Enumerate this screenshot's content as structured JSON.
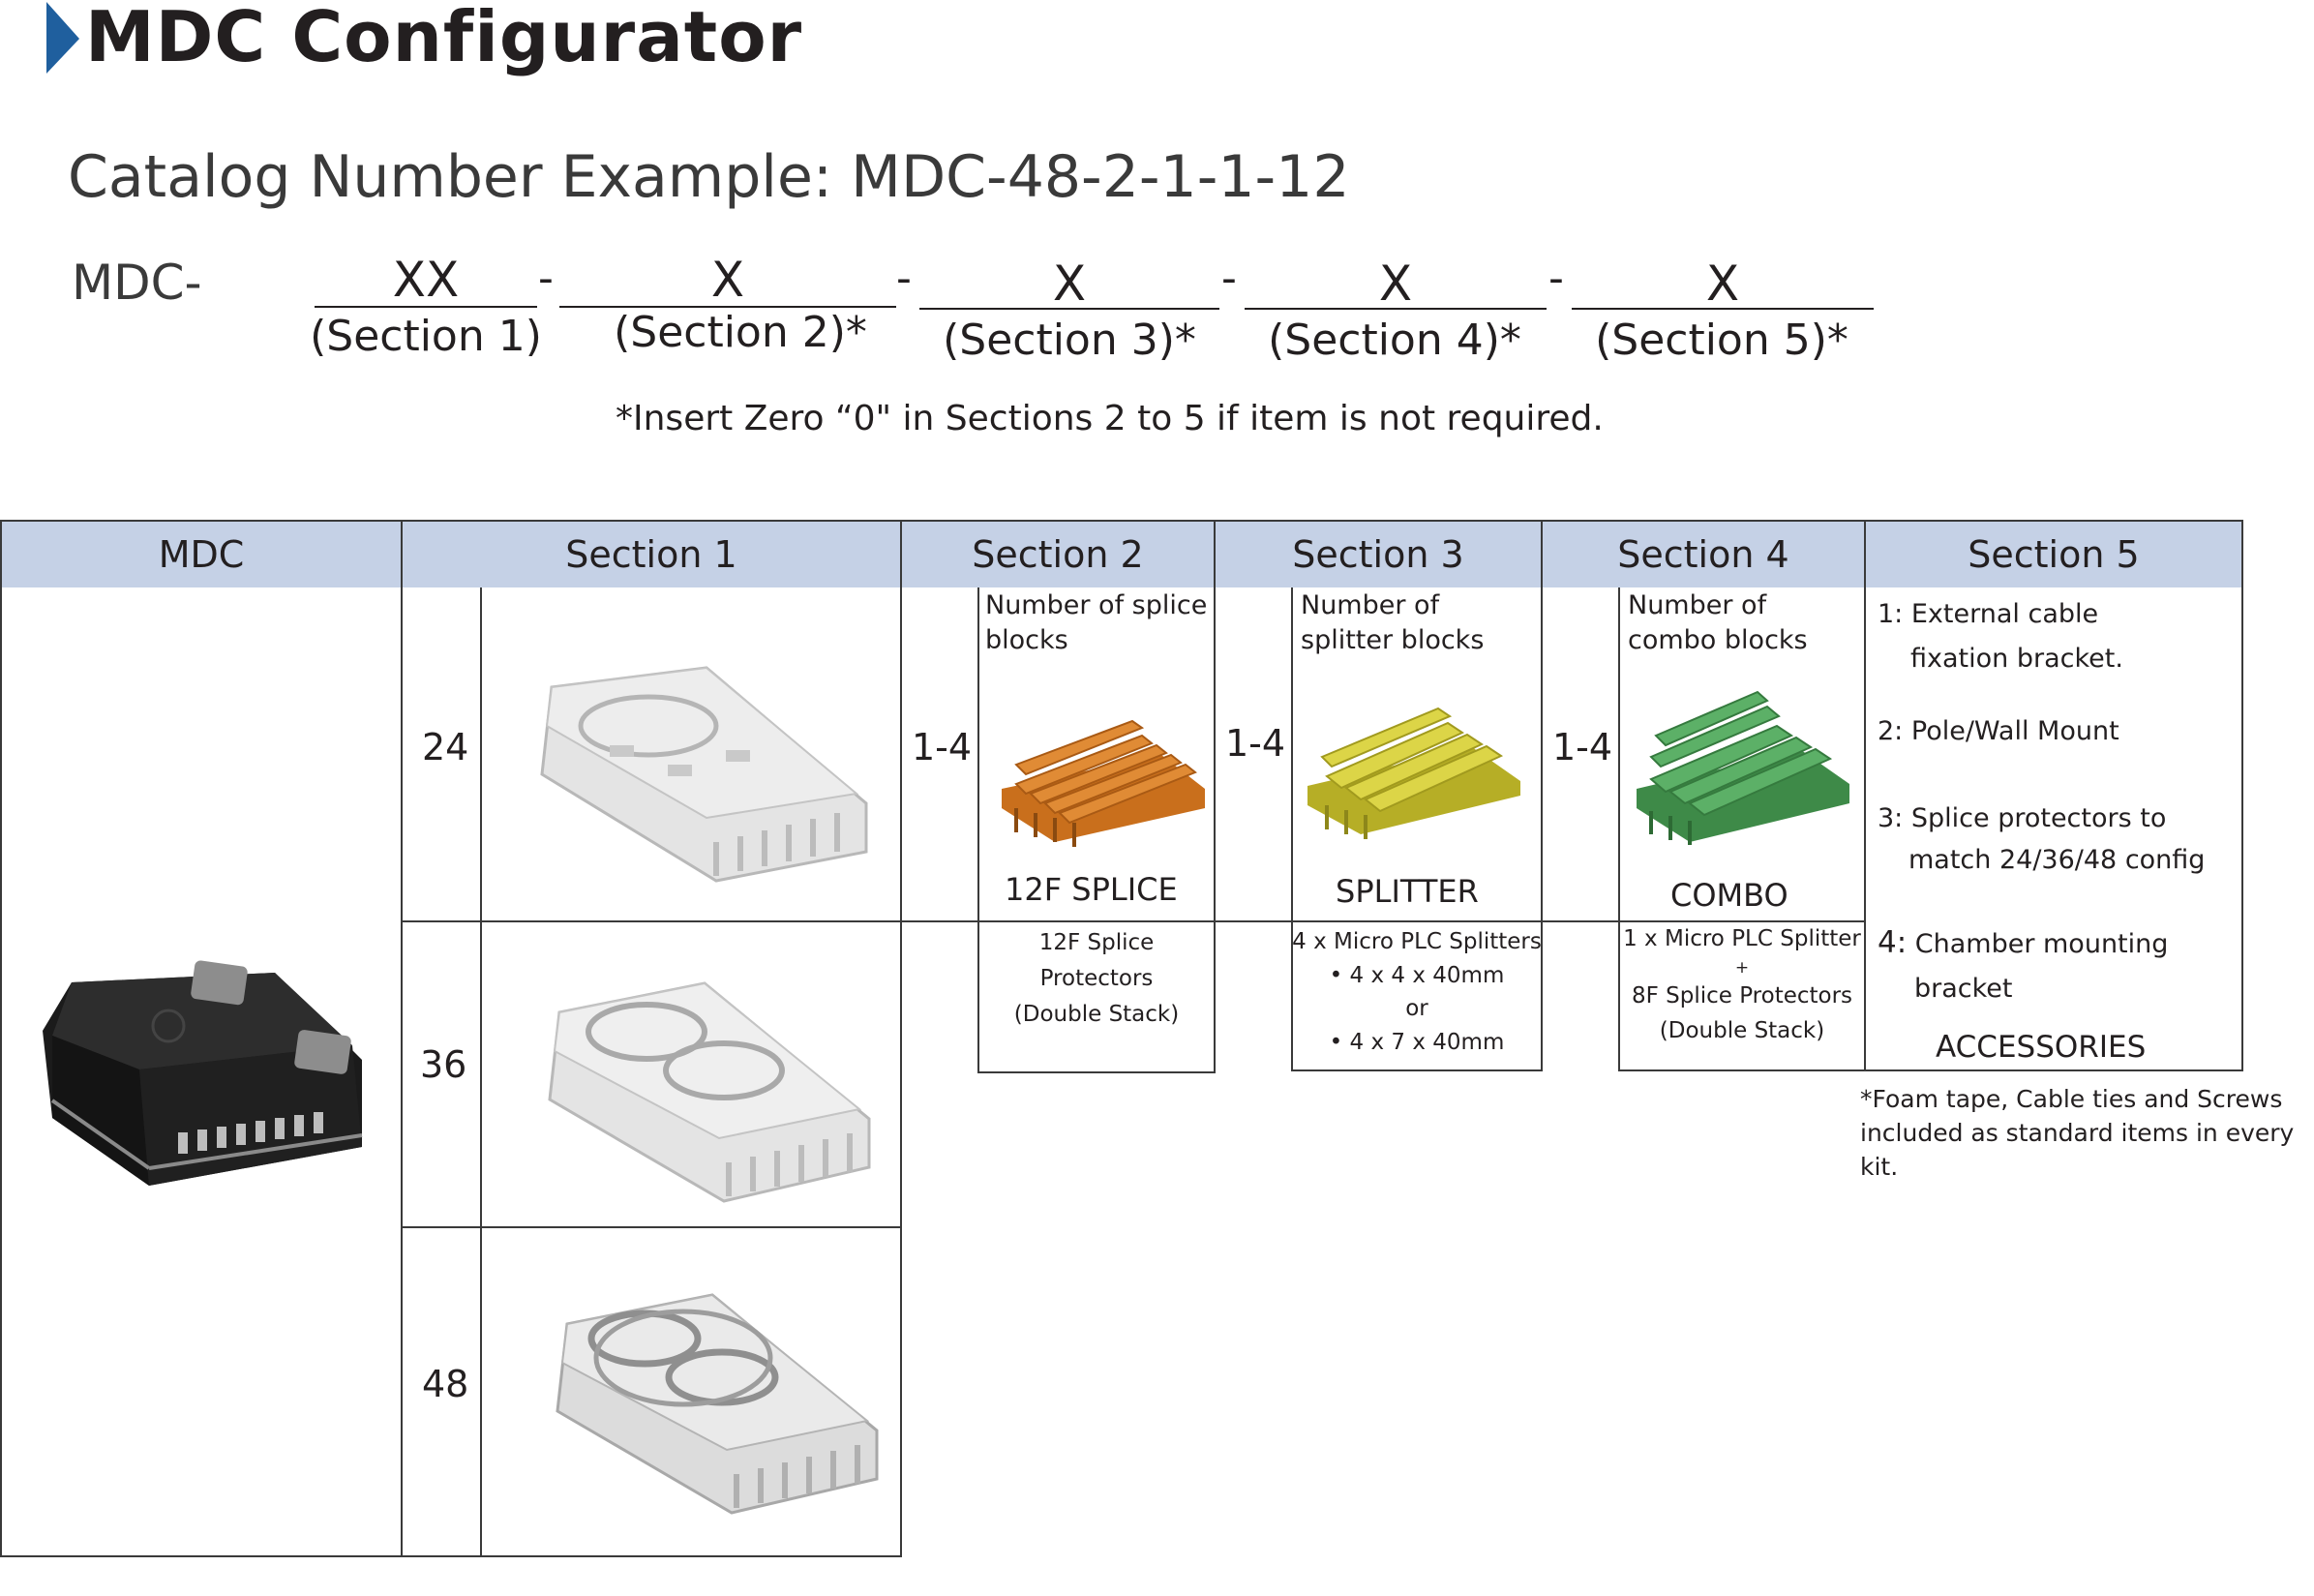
{
  "header": {
    "title": "MDC Configurator",
    "accent_color": "#1f5f9e"
  },
  "catalog": {
    "example": "Catalog Number Example: MDC-48-2-1-1-12",
    "prefix": "MDC-",
    "dash": "-",
    "slots": [
      {
        "code": "XX",
        "label": "(Section 1)"
      },
      {
        "code": "X",
        "label": "(Section 2)*"
      },
      {
        "code": "X",
        "label": "(Section 3)*"
      },
      {
        "code": "X",
        "label": "(Section 4)*"
      },
      {
        "code": "X",
        "label": "(Section 5)*"
      }
    ],
    "note": "*Insert Zero “0\" in Sections 2 to 5 if item is not required."
  },
  "table": {
    "header_color": "#c5d1e6",
    "headers": [
      "MDC",
      "Section 1",
      "Section 2",
      "Section 3",
      "Section 4",
      "Section 5"
    ],
    "section1": {
      "sizes": [
        "24",
        "36",
        "48"
      ]
    },
    "section2": {
      "range": "1-4",
      "desc": "Number of splice blocks",
      "product": "12F SPLICE",
      "color": "#d9822b",
      "components": [
        "12F Splice Protectors",
        "(Double Stack)"
      ]
    },
    "section3": {
      "range": "1-4",
      "desc": "Number of splitter blocks",
      "product": "SPLITTER",
      "color": "#d9d13a",
      "components": [
        "4 x Micro PLC Splitters",
        "• 4 x 4 x 40mm",
        "or",
        "• 4 x 7 x 40mm"
      ]
    },
    "section4": {
      "range": "1-4",
      "desc": "Number of combo blocks",
      "product": "COMBO",
      "color": "#4fa35a",
      "components": [
        "1 x Micro PLC Splitter",
        "+",
        "8F Splice Protectors",
        "(Double Stack)"
      ]
    },
    "section5": {
      "options": [
        {
          "num": "1:",
          "text": "External cable",
          "text2": "fixation bracket."
        },
        {
          "num": "2:",
          "text": "Pole/Wall Mount"
        },
        {
          "num": "3:",
          "text": "Splice protectors to",
          "text2": "match 24/36/48 config"
        },
        {
          "num": "4:",
          "text": "Chamber mounting",
          "text2": "bracket"
        }
      ],
      "accessories_label": "ACCESSORIES",
      "footnote_line1": "*Foam tape, Cable ties and Screws",
      "footnote_line2": "included as standard items in every kit."
    }
  }
}
